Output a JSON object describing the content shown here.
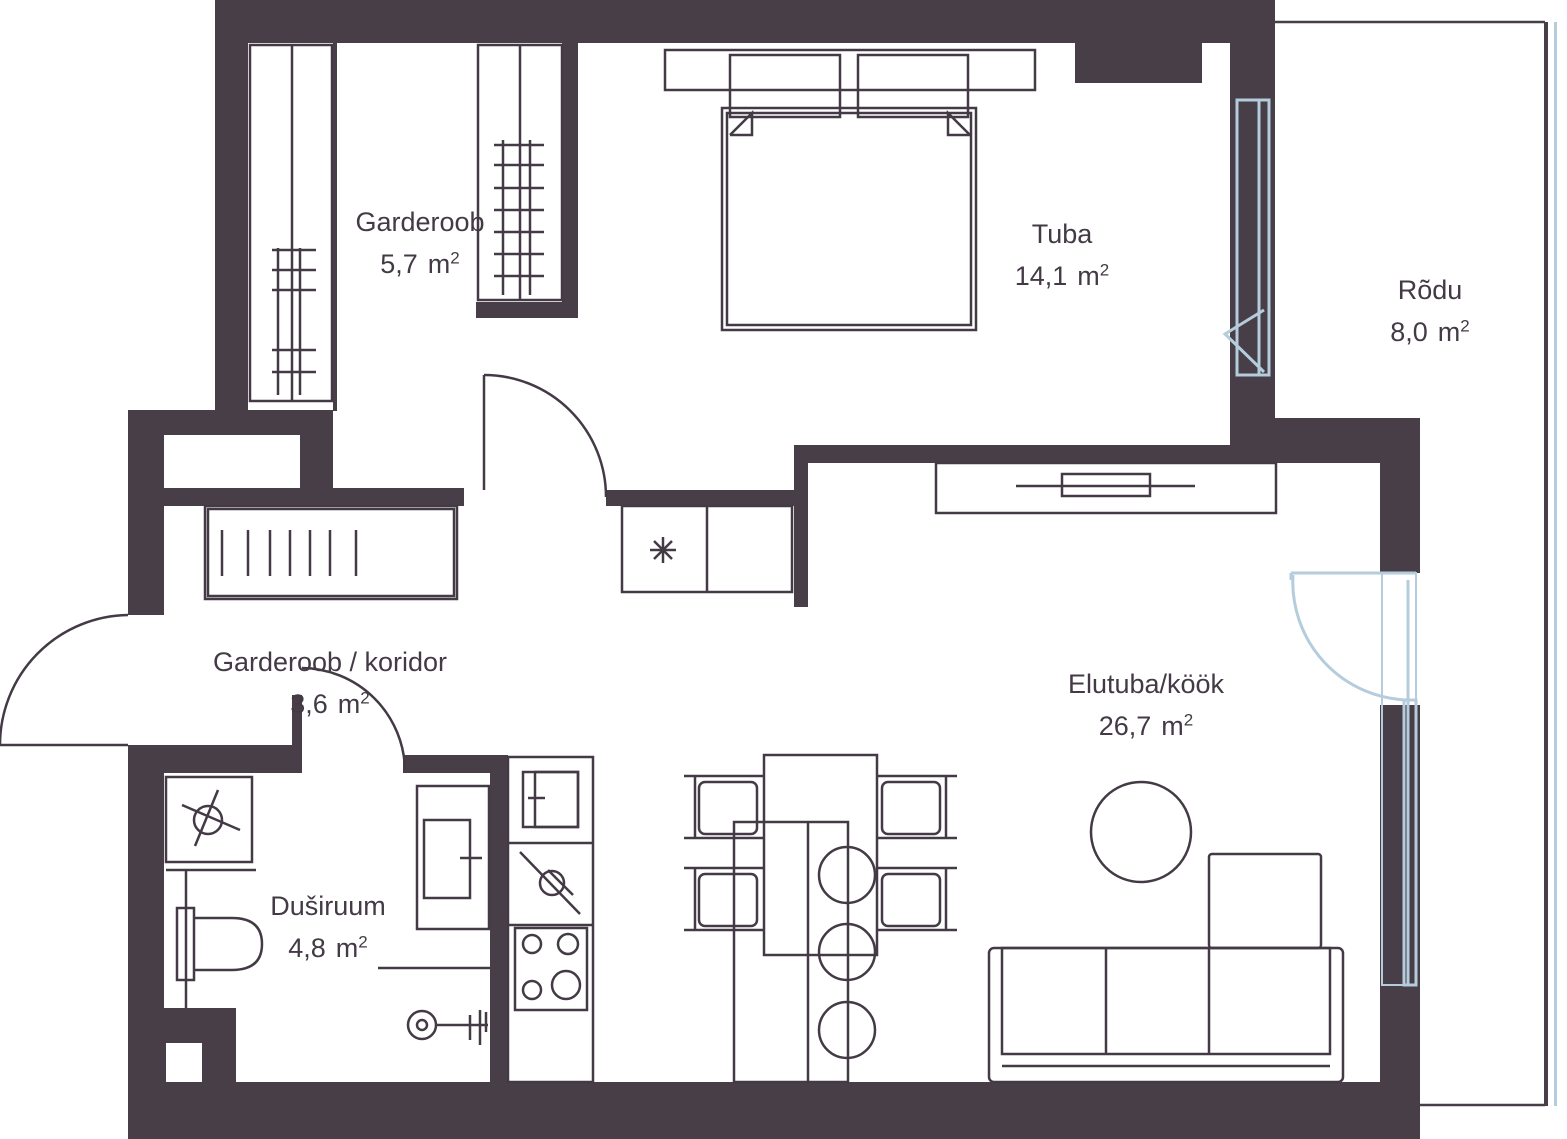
{
  "colors": {
    "wall": "#473e48",
    "line": "#433a45",
    "glass": "#b5ccdc",
    "background": "#ffffff"
  },
  "rooms": {
    "garderoob": {
      "name": "Garderoob",
      "area": "5,7",
      "unit": "m",
      "sup": "2"
    },
    "tuba": {
      "name": "Tuba",
      "area": "14,1",
      "unit": "m",
      "sup": "2"
    },
    "rodu": {
      "name": "Rõdu",
      "area": "8,0",
      "unit": "m",
      "sup": "2"
    },
    "koridor": {
      "name": "Garderoob / koridor",
      "area": "3,6",
      "unit": "m",
      "sup": "2"
    },
    "elutuba": {
      "name": "Elutuba/köök",
      "area": "26,7",
      "unit": "m",
      "sup": "2"
    },
    "dusiruum": {
      "name": "Duširuum",
      "area": "4,8",
      "unit": "m",
      "sup": "2"
    }
  }
}
